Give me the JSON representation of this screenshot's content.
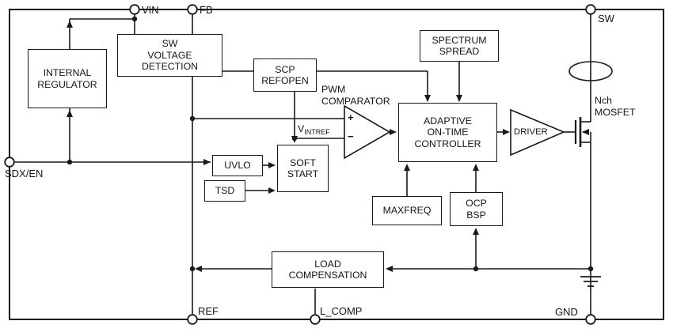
{
  "pins": {
    "vin": "VIN",
    "fb": "FB",
    "sw": "SW",
    "sdx_en": "SDX/EN",
    "ref": "REF",
    "l_comp": "L_COMP",
    "gnd": "GND"
  },
  "blocks": {
    "internal_regulator": "INTERNAL\nREGULATOR",
    "sw_voltage_detection": "SW\nVOLTAGE\nDETECTION",
    "scp_refopen": "SCP\nREFOPEN",
    "spectrum_spread": "SPECTRUM\nSPREAD",
    "adaptive_on_time_controller": "ADAPTIVE\nON-TIME\nCONTROLLER",
    "uvlo": "UVLO",
    "soft_start": "SOFT\nSTART",
    "tsd": "TSD",
    "maxfreq": "MAXFREQ",
    "ocp_bsp": "OCP\nBSP",
    "load_compensation": "LOAD\nCOMPENSATION",
    "driver": "DRIVER"
  },
  "labels": {
    "pwm_comparator": "PWM\nCOMPARATOR",
    "vintref_v": "V",
    "vintref_sub": "INTREF",
    "nch_mosfet": "Nch\nMOSFET",
    "plus": "+",
    "minus": "−"
  },
  "colors": {
    "line": "#1a1a1a",
    "background": "#ffffff"
  }
}
